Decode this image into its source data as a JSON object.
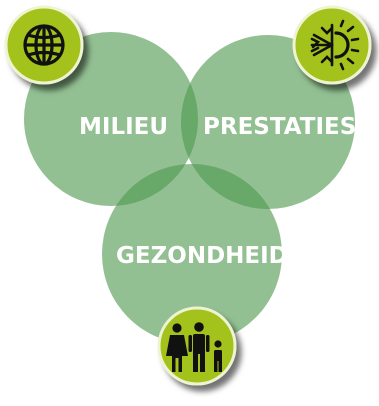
{
  "diagram": {
    "circles": [
      {
        "label": "MILIEU",
        "icon": "globe-icon"
      },
      {
        "label": "PRESTATIES",
        "icon": "snowflake-sun-icon"
      },
      {
        "label": "GEZONDHEID",
        "icon": "family-icon"
      }
    ],
    "colors": {
      "circle_fill": "#4f9a4f",
      "badge_fill": "#a4c21a",
      "badge_ring": "#eef3d2",
      "icon_color": "#111111",
      "label_color": "#ffffff"
    }
  }
}
